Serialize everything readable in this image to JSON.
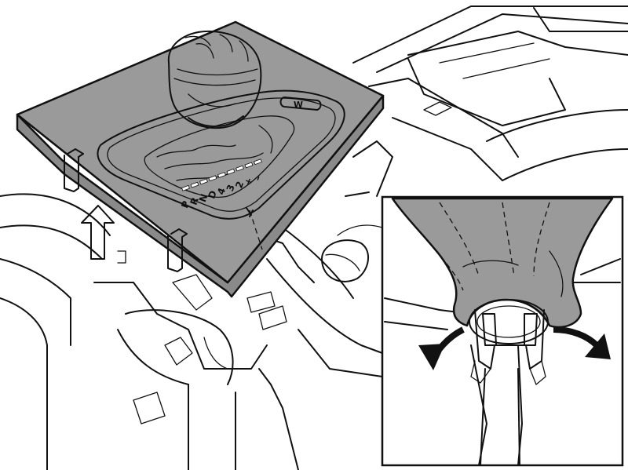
{
  "figure": {
    "gear_positions": [
      "P",
      "R",
      "N",
      "D",
      "4",
      "3",
      "2"
    ],
    "extra_marks": [
      "+",
      "–"
    ],
    "winter_button_label": "W"
  },
  "colors": {
    "panel_fill": "#9a9a9a",
    "boot_fill": "#9a9a9a",
    "inset_fill": "#a6a6a6",
    "line": "#111111",
    "background": "#ffffff"
  },
  "icons": {
    "lift_arrow": "arrow-up-icon",
    "rotate_left": "curved-arrow-counterclockwise-icon",
    "rotate_right": "curved-arrow-clockwise-icon"
  }
}
